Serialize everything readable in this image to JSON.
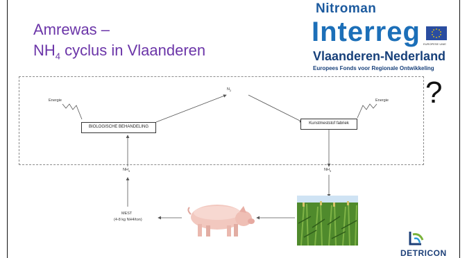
{
  "slide": {
    "title_line1": "Amrewas –",
    "title_line2_main": "NH",
    "title_line2_sub": "4",
    "title_line2_rest": " cyclus in Vlaanderen"
  },
  "logo": {
    "nitroman": "Nitroman",
    "interreg": "Interreg",
    "region": "Vlaanderen-Nederland",
    "fonds": "Europees Fonds voor Regionale Ontwikkeling",
    "eu_label": "EUROPESE UNIE",
    "detricon": "DETRICON"
  },
  "question_mark": "?",
  "diagram": {
    "energy_left": "Energie",
    "energy_right": "Energie",
    "n2": "N",
    "n2_sub": "2",
    "box_biological": "BIOLOGISCHE BEHANDELING",
    "box_factory": "Kunstmeststof fabriek",
    "nh_left": "NH",
    "nh_left_sub": "4",
    "nh_right": "NH",
    "nh_right_sub": "3",
    "mest": "MEST",
    "mest_detail": "(4-8 kg NH4/ton)"
  },
  "colors": {
    "title": "#6b35a8",
    "logo_blue": "#1c6fb8",
    "logo_dark": "#17407a",
    "dashed_border": "#8a8a8a",
    "arrow": "#555555"
  },
  "icons": [
    "pig-image",
    "crop-image",
    "detricon-logo-icon",
    "eu-flag-icon"
  ]
}
